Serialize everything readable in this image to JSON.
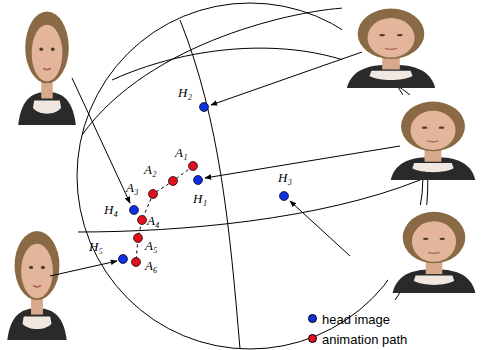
{
  "diagram": {
    "labels": [
      "H₂",
      "A₁",
      "A₂",
      "H₁",
      "A₃",
      "H₃",
      "H₄",
      "A₄",
      "H₅",
      "A₅",
      "A₆"
    ],
    "legend": [
      {
        "text": "head image",
        "color": "#1030e0"
      },
      {
        "text": "animation path",
        "color": "#e01020"
      }
    ]
  }
}
